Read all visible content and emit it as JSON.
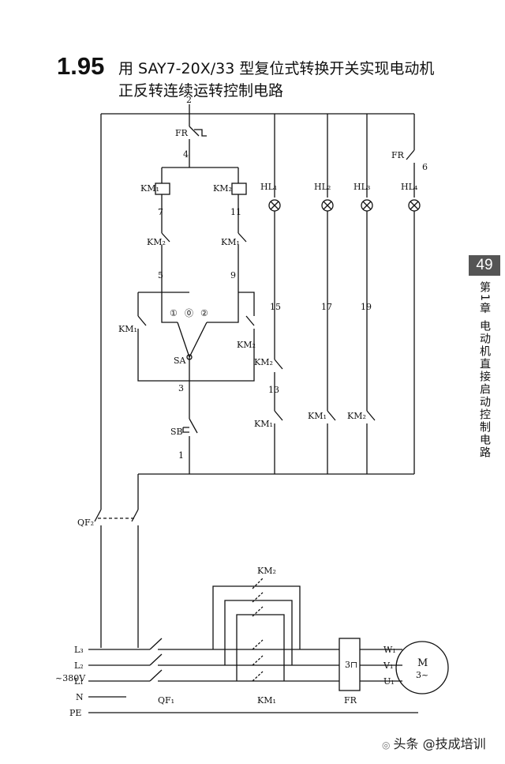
{
  "header": {
    "number": "1.95",
    "line1": "用 SAY7-20X/33 型复位式转换开关实现电动机",
    "line2": "正反转连续运转控制电路"
  },
  "side": {
    "page_number": "49",
    "chapter_text": "第1章 电动机直接启动控制电路"
  },
  "watermark": {
    "text": "头条 @技成培训"
  },
  "diagram": {
    "wire_numbers": [
      "2",
      "4",
      "7",
      "11",
      "5",
      "9",
      "15",
      "17",
      "19",
      "13",
      "3",
      "1",
      "6"
    ],
    "labels": {
      "fr": "FR",
      "km1": "KM₁",
      "km2": "KM₂",
      "hl1": "HL₁",
      "hl2": "HL₂",
      "hl3": "HL₃",
      "hl4": "HL₄",
      "sa": "SA",
      "sb": "SB",
      "qf1": "QF₁",
      "qf2": "QF₂",
      "pos1": "①",
      "pos0": "⓪",
      "pos2": "②",
      "supply": "~380V",
      "l1": "L₁",
      "l2": "L₂",
      "l3": "L₃",
      "n": "N",
      "pe": "PE",
      "motor": "M",
      "motor_phase": "3~",
      "u1": "U₁",
      "v1": "V₁",
      "w1": "W₁",
      "fr_block": "3⊓"
    }
  }
}
